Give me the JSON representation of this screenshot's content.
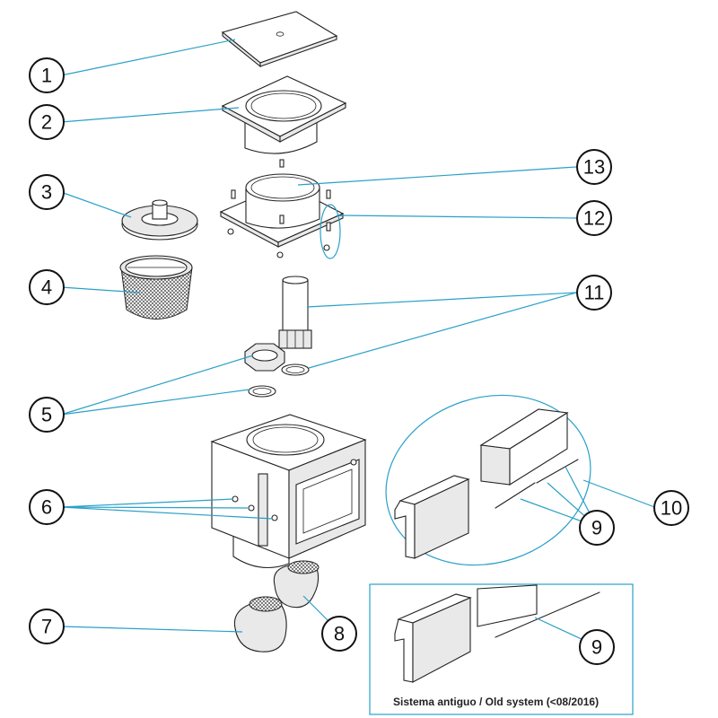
{
  "callouts": [
    {
      "id": "c1",
      "label": "1"
    },
    {
      "id": "c2",
      "label": "2"
    },
    {
      "id": "c3",
      "label": "3"
    },
    {
      "id": "c4",
      "label": "4"
    },
    {
      "id": "c5",
      "label": "5"
    },
    {
      "id": "c6",
      "label": "6"
    },
    {
      "id": "c7",
      "label": "7"
    },
    {
      "id": "c8",
      "label": "8"
    },
    {
      "id": "c9a",
      "label": "9"
    },
    {
      "id": "c9b",
      "label": "9"
    },
    {
      "id": "c10",
      "label": "10"
    },
    {
      "id": "c11",
      "label": "11"
    },
    {
      "id": "c12",
      "label": "12"
    },
    {
      "id": "c13",
      "label": "13"
    }
  ],
  "legacy_caption": "Sistema antiguo / Old system (<08/2016)",
  "colors": {
    "leader": "#2aa0c8",
    "outline": "#222222"
  }
}
